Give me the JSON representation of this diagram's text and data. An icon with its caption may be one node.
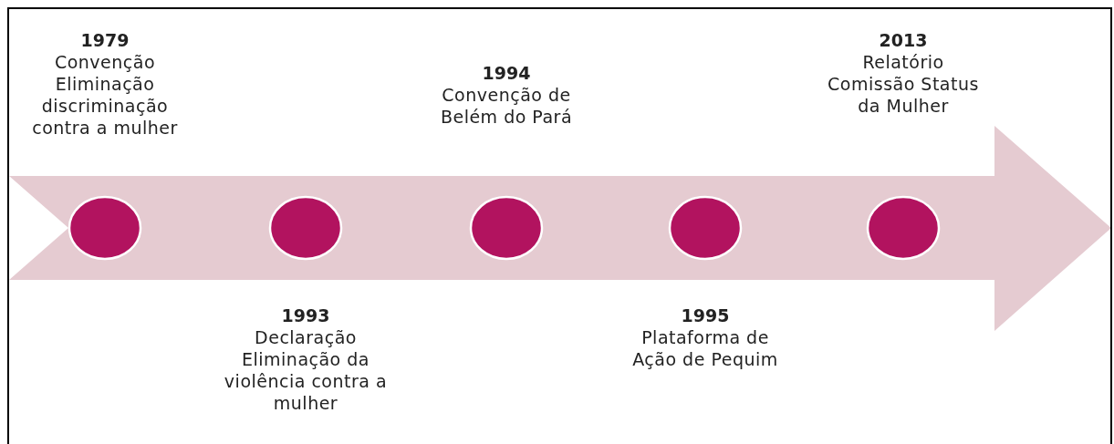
{
  "diagram": {
    "nodes": [
      {
        "text": [],
        "shape": "circle",
        "beside": [
          "1979",
          "Convenção Eliminação discriminação contra a mulher"
        ]
      },
      {
        "text": [],
        "shape": "circle",
        "beside": [
          "1993",
          "Declaração Eliminação da violência contra a mulher"
        ]
      },
      {
        "text": [],
        "shape": "circle",
        "beside": [
          "1994",
          "Convenção de Belém do Pará"
        ]
      },
      {
        "text": [],
        "shape": "circle",
        "beside": [
          "1995",
          "Plataforma de Ação de Pequim"
        ]
      },
      {
        "text": [],
        "shape": "circle",
        "beside": [
          "2013",
          "Relatório Comissão Status da Mulher"
        ]
      }
    ]
  }
}
